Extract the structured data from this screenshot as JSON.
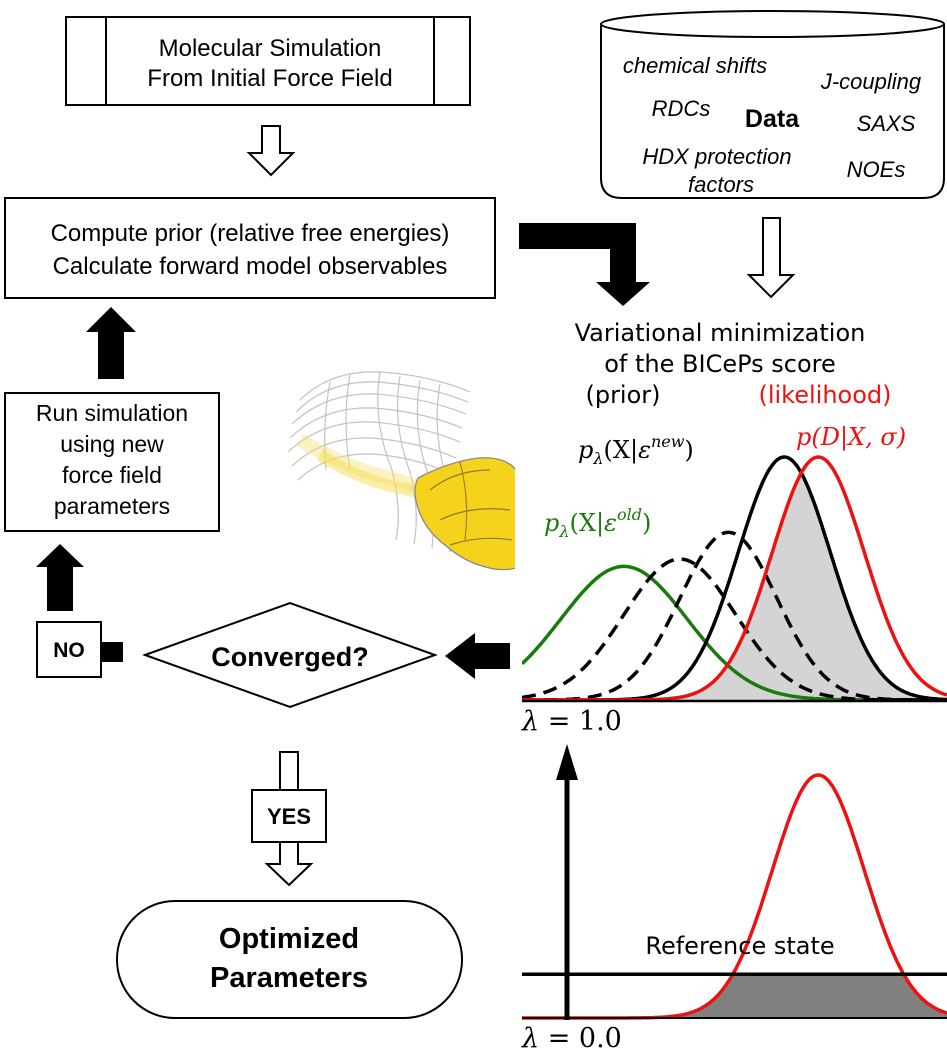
{
  "sim_box": {
    "line1": "Molecular Simulation",
    "line2": "From Initial Force Field"
  },
  "data_db": {
    "title": "Data",
    "items": {
      "shifts": "chemical shifts",
      "jcoupling": "J-coupling",
      "rdcs": "RDCs",
      "saxs": "SAXS",
      "hdx1": "HDX protection",
      "hdx2": "factors",
      "noes": "NOEs"
    }
  },
  "prior_box": {
    "line1": "Compute prior (relative free energies)",
    "line2": "Calculate forward model observables"
  },
  "minimization": {
    "line1": "Variational minimization",
    "line2": "of the BICePs score",
    "prior": "(prior)",
    "likelihood": "(likelihood)"
  },
  "run_box": {
    "line1": "Run simulation",
    "line2": "using new",
    "line3": "force field",
    "line4": "parameters"
  },
  "decision": {
    "label": "Converged?",
    "no": "NO",
    "yes": "YES"
  },
  "result": {
    "line1": "Optimized",
    "line2": "Parameters"
  },
  "plot_top": {
    "p_new_func": "p",
    "p_new_sub": "λ",
    "p_new_open": "(X|",
    "p_new_eps": "ε",
    "p_new_sup": "new",
    "p_new_close": ")",
    "p_old_func": "p",
    "p_old_sub": "λ",
    "p_old_open": "(X|",
    "p_old_eps": "ε",
    "p_old_sup": "old",
    "p_old_close": ")",
    "likelihood_label": "p(D|X, σ)",
    "lambda_var": "λ",
    "lambda_eq": " = 1.0"
  },
  "plot_bottom": {
    "reference_label": "Reference state",
    "lambda_var": "λ",
    "lambda_eq": " = 0.0"
  },
  "colors": {
    "red": "#ee1111",
    "green": "#1a7a10",
    "black": "#000000",
    "gray": "#808080",
    "lightgray": "#d4d4d4",
    "yellow": "#f5d21c"
  },
  "chart_data": [
    {
      "type": "line",
      "title": "",
      "series": [
        {
          "name": "p(D|X, σ)",
          "color": "red",
          "mu": 0.52,
          "sigma": 0.19,
          "amp": 1.0
        },
        {
          "name": "pλ(X|ε^new)",
          "color": "black",
          "mu": 0.38,
          "sigma": 0.19,
          "amp": 1.0
        },
        {
          "name": "",
          "color": "black",
          "dashed": true,
          "mu": 0.15,
          "sigma": 0.2,
          "amp": 0.69
        },
        {
          "name": "",
          "color": "black",
          "dashed": true,
          "mu": -0.05,
          "sigma": 0.23,
          "amp": 0.58
        },
        {
          "name": "pλ(X|ε^old)",
          "color": "green",
          "mu": -0.28,
          "sigma": 0.26,
          "amp": 0.55
        }
      ],
      "x_range": [
        -0.7,
        1.05
      ],
      "lambda": 1.0
    },
    {
      "type": "line",
      "title": "",
      "series": [
        {
          "name": "",
          "color": "red",
          "mu": 0.52,
          "sigma": 0.19,
          "amp": 1.0
        },
        {
          "name": "Reference state",
          "color": "black",
          "constant": 0.18
        }
      ],
      "x_range": [
        -0.7,
        1.05
      ],
      "lambda": 0.0
    }
  ]
}
